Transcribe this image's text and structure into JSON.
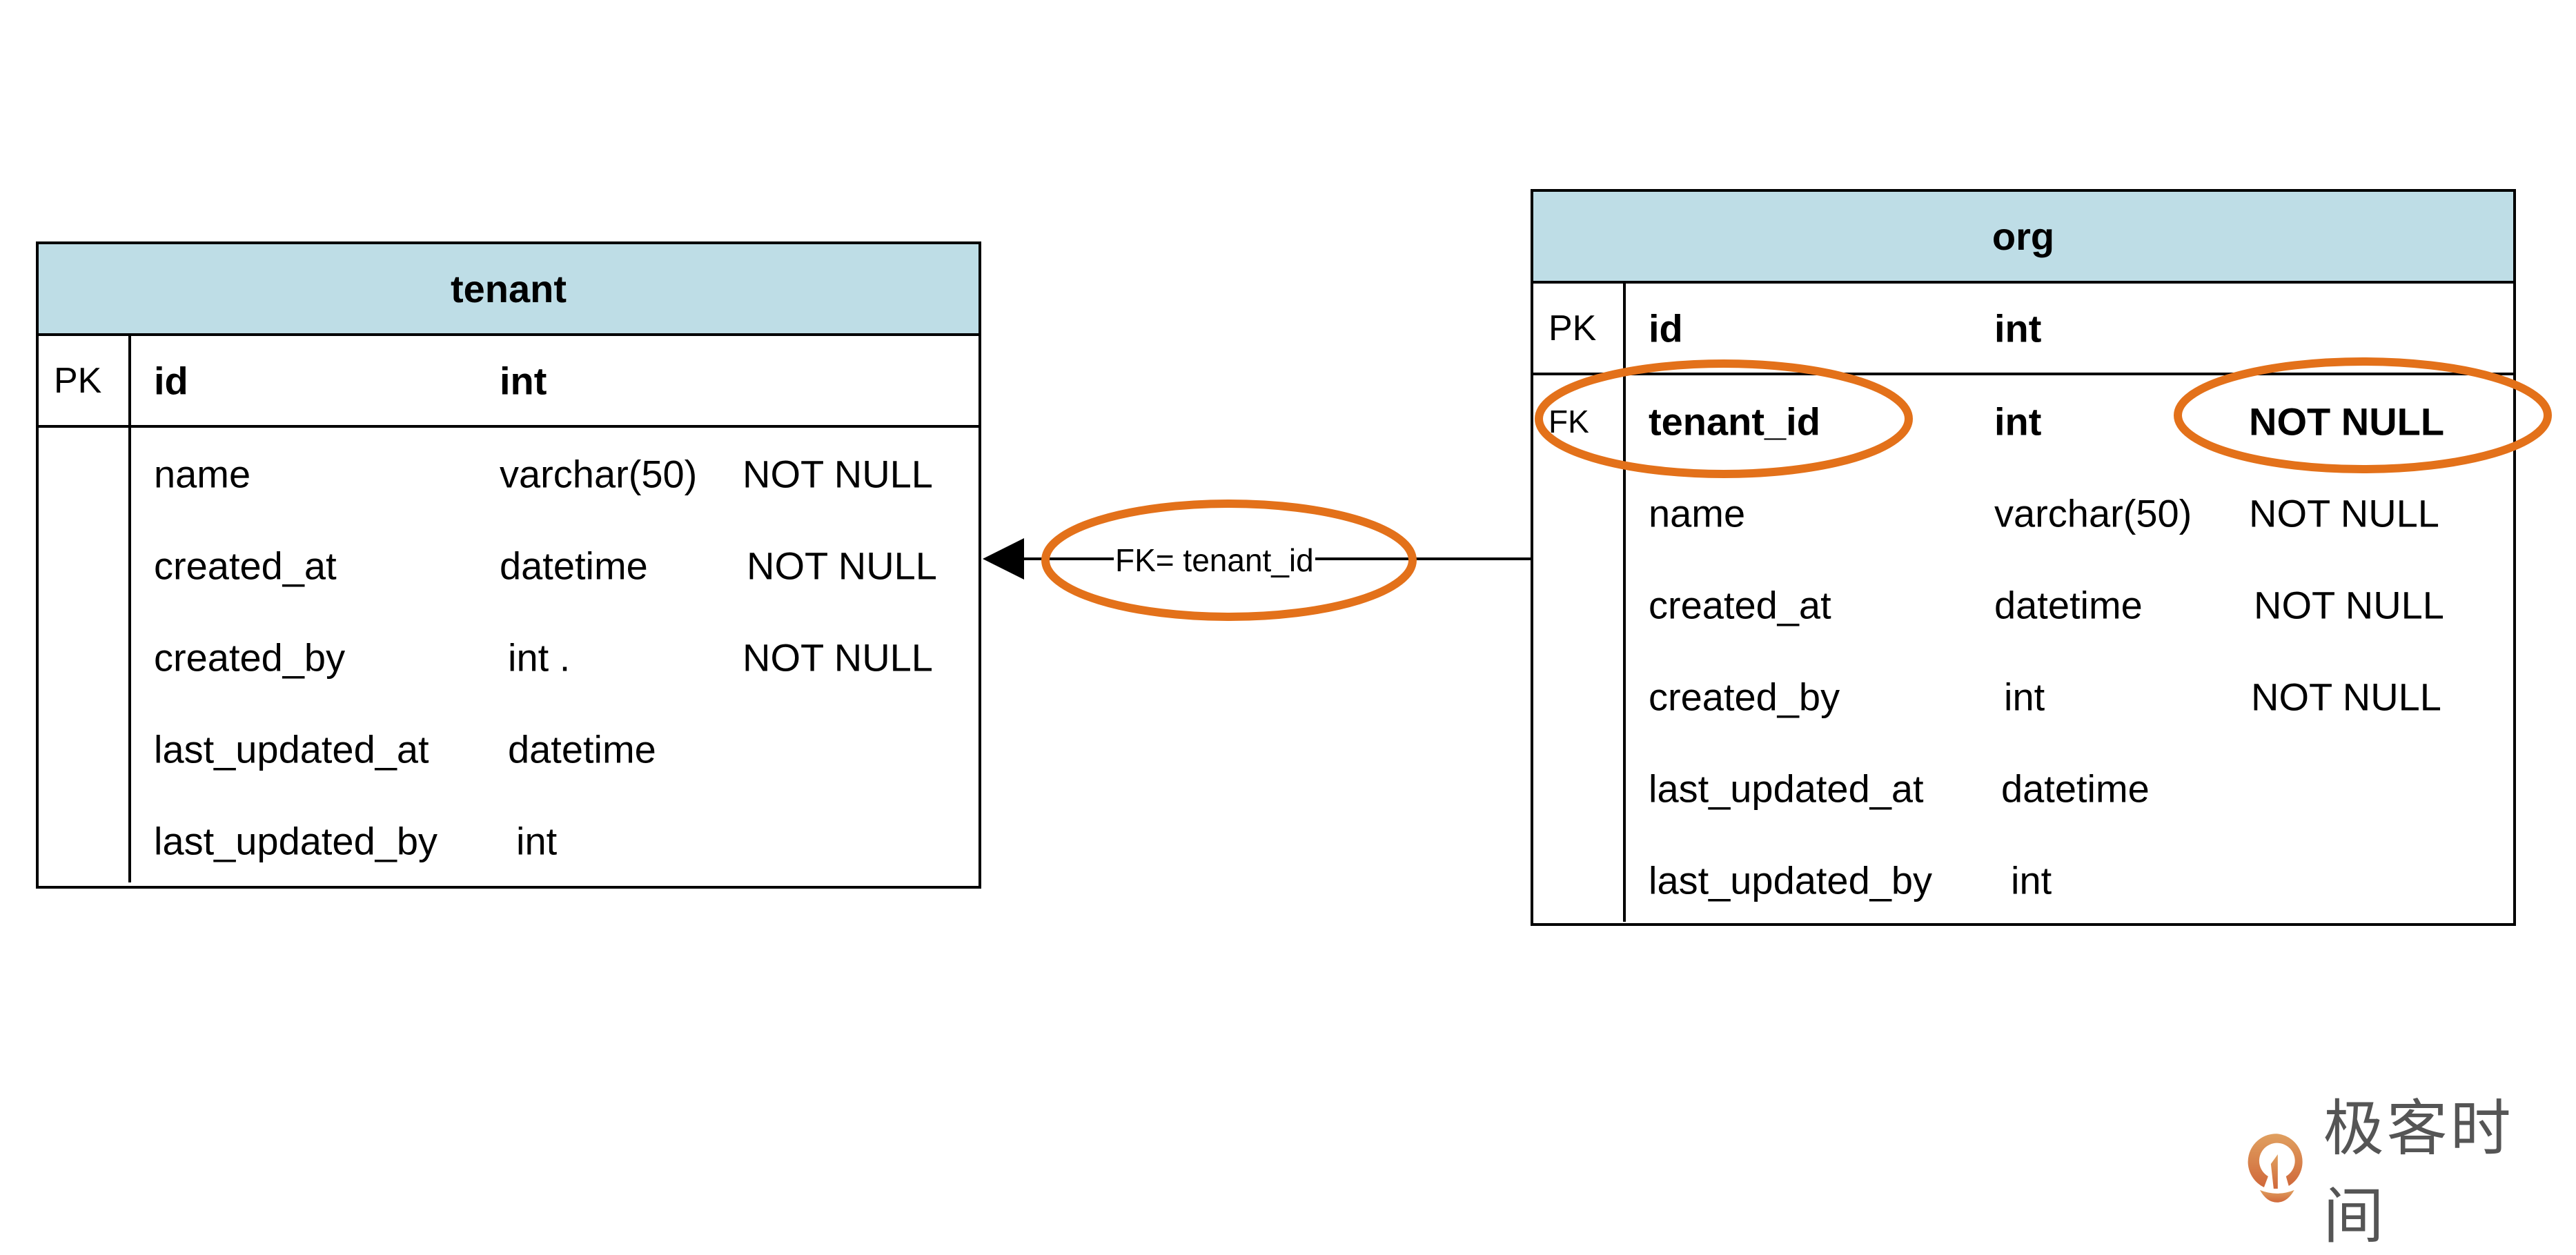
{
  "tenant": {
    "title": "tenant",
    "pk": {
      "key": "PK",
      "name": "id",
      "type": "int"
    },
    "rows": [
      {
        "name": "name",
        "type": "varchar(50)",
        "null": "NOT NULL"
      },
      {
        "name": "created_at",
        "type": "datetime",
        "null": "NOT NULL"
      },
      {
        "name": "created_by",
        "type": "int .",
        "null": "NOT NULL"
      },
      {
        "name": "last_updated_at",
        "type": "datetime",
        "null": ""
      },
      {
        "name": "last_updated_by",
        "type": "int",
        "null": ""
      }
    ]
  },
  "org": {
    "title": "org",
    "pk": {
      "key": "PK",
      "name": "id",
      "type": "int"
    },
    "fk": {
      "key": "FK",
      "name": "tenant_id",
      "type": "int",
      "null": "NOT NULL"
    },
    "rows": [
      {
        "name": "name",
        "type": "varchar(50)",
        "null": "NOT NULL"
      },
      {
        "name": "created_at",
        "type": "datetime",
        "null": "NOT NULL"
      },
      {
        "name": "created_by",
        "type": "int",
        "null": "NOT NULL"
      },
      {
        "name": "last_updated_at",
        "type": "datetime",
        "null": ""
      },
      {
        "name": "last_updated_by",
        "type": "int",
        "null": ""
      }
    ]
  },
  "relation": {
    "label": "FK= tenant_id"
  },
  "highlight_color": "#e3711a",
  "header_color": "#bedde6",
  "logo": {
    "text": "极客时间"
  }
}
